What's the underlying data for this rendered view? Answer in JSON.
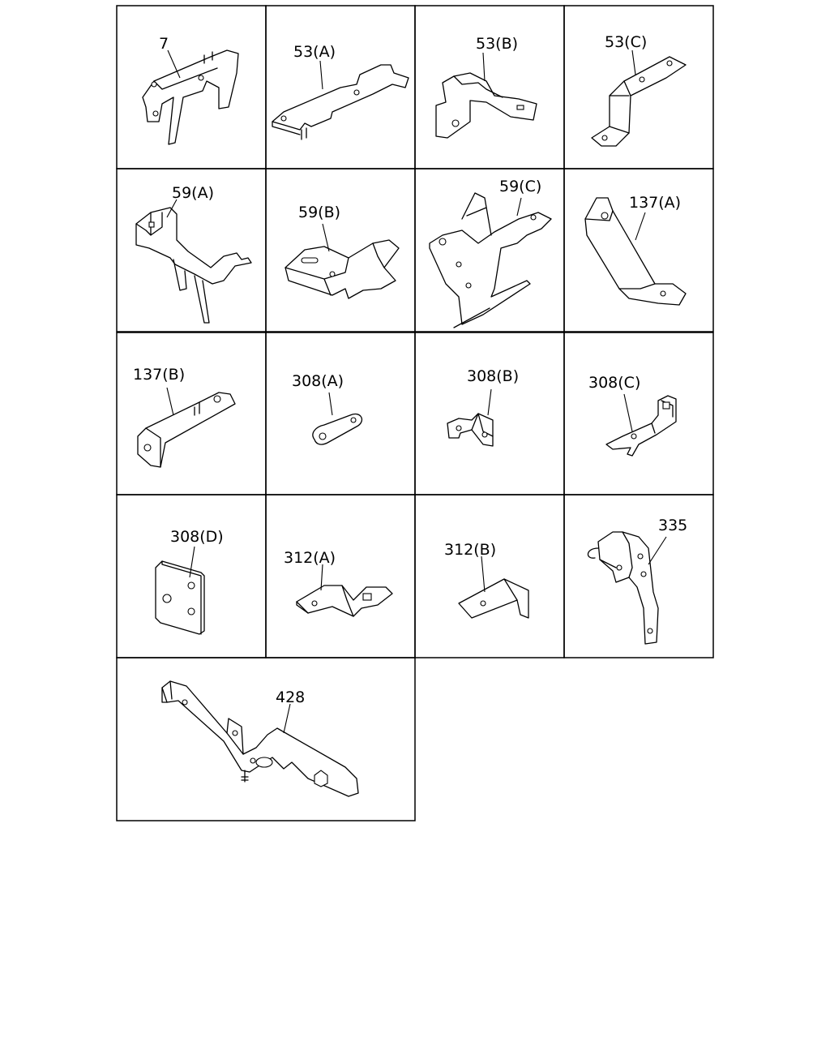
{
  "parts": [
    {
      "id": "c7",
      "label": "7"
    },
    {
      "id": "c53a",
      "label": "53(A)"
    },
    {
      "id": "c53b",
      "label": "53(B)"
    },
    {
      "id": "c53c",
      "label": "53(C)"
    },
    {
      "id": "c59a",
      "label": "59(A)"
    },
    {
      "id": "c59b",
      "label": "59(B)"
    },
    {
      "id": "c59c",
      "label": "59(C)"
    },
    {
      "id": "c137a",
      "label": "137(A)"
    },
    {
      "id": "c137b",
      "label": "137(B)"
    },
    {
      "id": "c308a",
      "label": "308(A)"
    },
    {
      "id": "c308b",
      "label": "308(B)"
    },
    {
      "id": "c308c",
      "label": "308(C)"
    },
    {
      "id": "c308d",
      "label": "308(D)"
    },
    {
      "id": "c312a",
      "label": "312(A)"
    },
    {
      "id": "c312b",
      "label": "312(B)"
    },
    {
      "id": "c335",
      "label": "335"
    },
    {
      "id": "c428",
      "label": "428"
    }
  ]
}
